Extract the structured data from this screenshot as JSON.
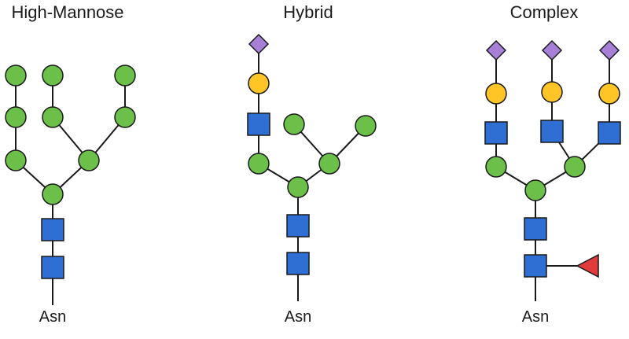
{
  "colors": {
    "mannose": "#6cc04a",
    "galactose": "#ffc425",
    "glcnac": "#2f6fd4",
    "sialic_acid": "#a77fd6",
    "fucose": "#e23b3b"
  },
  "glycans": [
    {
      "title": "High-Mannose",
      "anchor": "Asn",
      "residues": [
        {
          "id": "r1",
          "type": "glcnac"
        },
        {
          "id": "r2",
          "type": "glcnac"
        },
        {
          "id": "core",
          "type": "mannose"
        },
        {
          "id": "lm",
          "type": "mannose"
        },
        {
          "id": "rm",
          "type": "mannose"
        },
        {
          "id": "lm2",
          "type": "mannose"
        },
        {
          "id": "lm3",
          "type": "mannose"
        },
        {
          "id": "lmb2",
          "type": "mannose"
        },
        {
          "id": "lmb3",
          "type": "mannose"
        },
        {
          "id": "rm2",
          "type": "mannose"
        },
        {
          "id": "rm3",
          "type": "mannose"
        }
      ]
    },
    {
      "title": "Hybrid",
      "anchor": "Asn",
      "residues": [
        {
          "id": "r1",
          "type": "glcnac"
        },
        {
          "id": "r2",
          "type": "glcnac"
        },
        {
          "id": "core",
          "type": "mannose"
        },
        {
          "id": "lm",
          "type": "mannose"
        },
        {
          "id": "rm",
          "type": "mannose"
        },
        {
          "id": "lg",
          "type": "glcnac"
        },
        {
          "id": "lgal",
          "type": "galactose"
        },
        {
          "id": "lsia",
          "type": "sialic_acid"
        },
        {
          "id": "rm2a",
          "type": "mannose"
        },
        {
          "id": "rm2b",
          "type": "mannose"
        }
      ]
    },
    {
      "title": "Complex",
      "anchor": "Asn",
      "residues": [
        {
          "id": "r1",
          "type": "glcnac"
        },
        {
          "id": "r2",
          "type": "glcnac"
        },
        {
          "id": "fuc",
          "type": "fucose"
        },
        {
          "id": "core",
          "type": "mannose"
        },
        {
          "id": "lm",
          "type": "mannose"
        },
        {
          "id": "rm",
          "type": "mannose"
        },
        {
          "id": "lg",
          "type": "glcnac"
        },
        {
          "id": "mg",
          "type": "glcnac"
        },
        {
          "id": "rg",
          "type": "glcnac"
        },
        {
          "id": "lgal",
          "type": "galactose"
        },
        {
          "id": "mgal",
          "type": "galactose"
        },
        {
          "id": "rgal",
          "type": "galactose"
        },
        {
          "id": "lsia",
          "type": "sialic_acid"
        },
        {
          "id": "msia",
          "type": "sialic_acid"
        },
        {
          "id": "rsia",
          "type": "sialic_acid"
        }
      ]
    }
  ]
}
